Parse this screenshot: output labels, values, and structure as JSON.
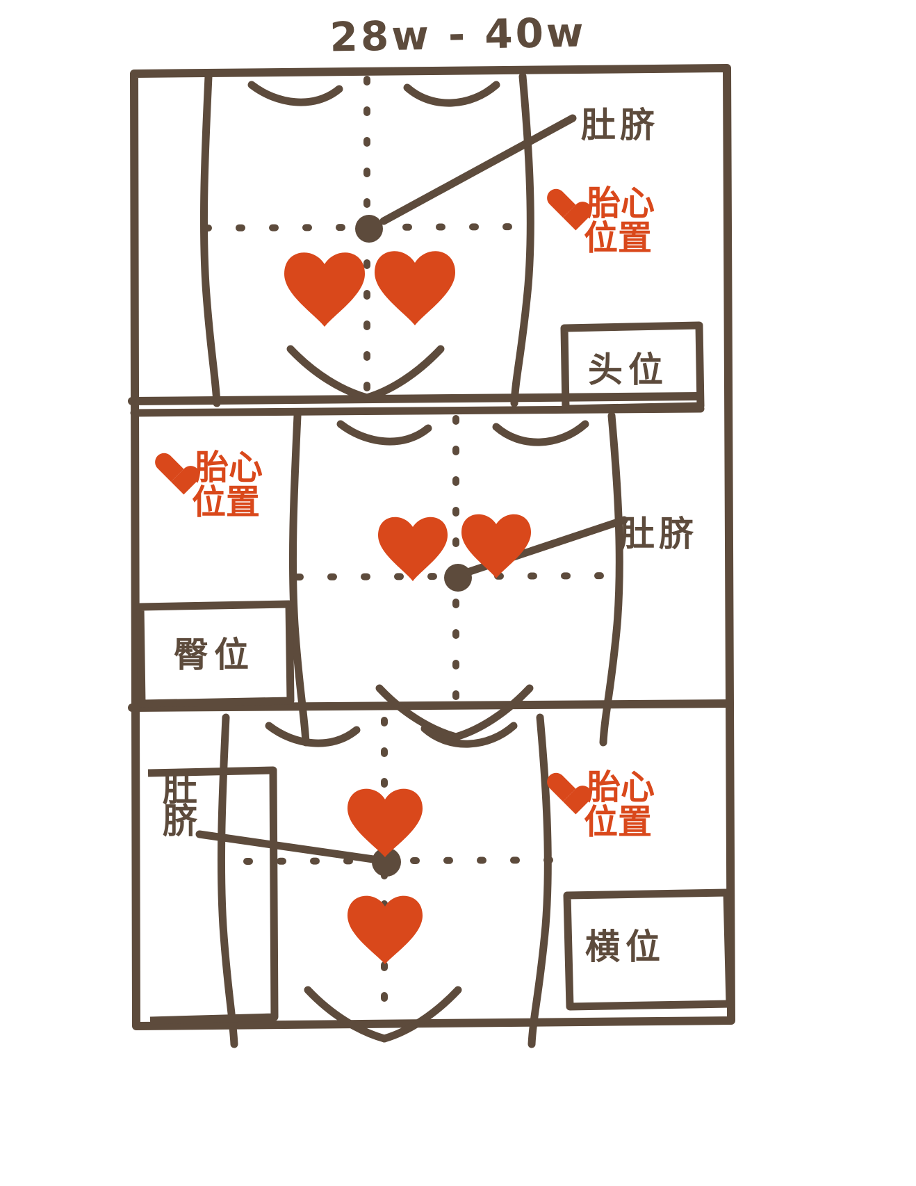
{
  "title": "28w - 40w",
  "colors": {
    "ink": "#5d4b3c",
    "accent": "#d9481b",
    "paper": "#ffffff"
  },
  "icons": {
    "heart": "heart-icon",
    "navel_dot": "navel-dot-icon"
  },
  "panels": [
    {
      "id": "panel-cephalic",
      "position_label": "头位",
      "navel_label": "肚脐",
      "fetal_heart_line1": "胎心",
      "fetal_heart_line2": "位置",
      "heart_count": 2,
      "heart_placement": "below-navel-left-and-right"
    },
    {
      "id": "panel-breech",
      "position_label": "臀位",
      "navel_label": "肚脐",
      "fetal_heart_line1": "胎心",
      "fetal_heart_line2": "位置",
      "heart_count": 2,
      "heart_placement": "above-navel-left-and-right"
    },
    {
      "id": "panel-transverse",
      "position_label": "横位",
      "navel_label_char1": "肚",
      "navel_label_char2": "脐",
      "fetal_heart_line1": "胎心",
      "fetal_heart_line2": "位置",
      "heart_count": 2,
      "heart_placement": "above-and-below-navel-on-midline"
    }
  ]
}
